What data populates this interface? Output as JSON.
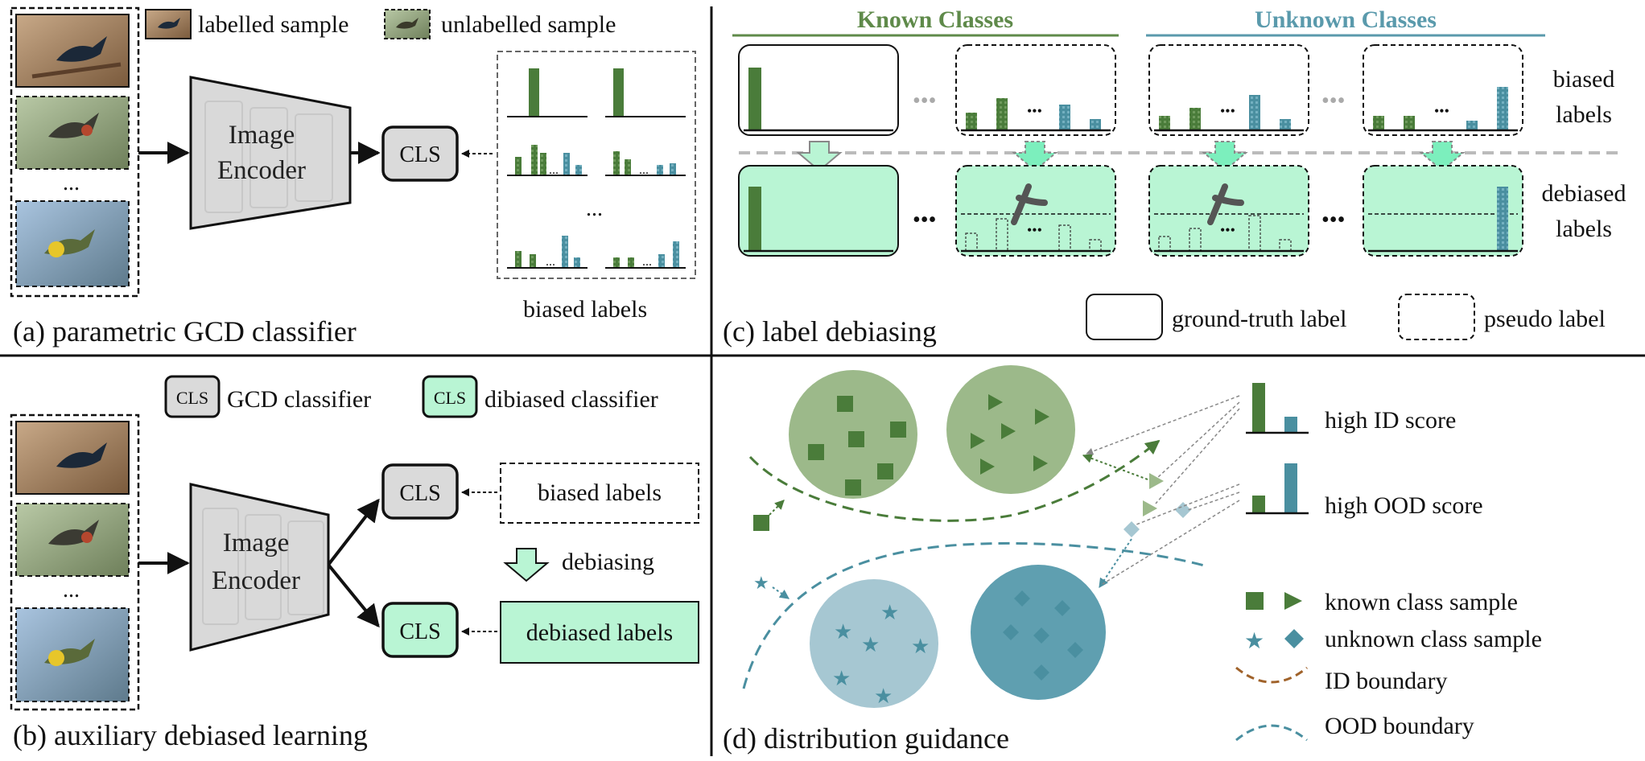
{
  "panel_a": {
    "caption": "(a) parametric GCD classifier",
    "legend_labelled": "labelled sample",
    "legend_unlabelled": "unlabelled sample",
    "encoder_line1": "Image",
    "encoder_line2": "Encoder",
    "cls_label": "CLS",
    "labels_caption": "biased labels",
    "ellipsis": "..."
  },
  "panel_b": {
    "caption": "(b) auxiliary debiased learning",
    "legend_gcd_cls": "CLS",
    "legend_gcd": "GCD classifier",
    "legend_deb_cls": "CLS",
    "legend_deb": "dibiased classifier",
    "encoder_line1": "Image",
    "encoder_line2": "Encoder",
    "cls_top": "CLS",
    "cls_bottom": "CLS",
    "biased_labels": "biased labels",
    "debiasing": "debiasing",
    "debiased_labels": "debiased labels",
    "ellipsis": "..."
  },
  "panel_c": {
    "caption": "(c) label debiasing",
    "known_header": "Known Classes",
    "unknown_header": "Unknown Classes",
    "row1_line1": "biased",
    "row1_line2": "labels",
    "row2_line1": "debiased",
    "row2_line2": "labels",
    "legend_gt": "ground-truth label",
    "legend_pseudo": "pseudo label",
    "dots": "•••"
  },
  "panel_d": {
    "caption": "(d) distribution guidance",
    "high_id": "high ID score",
    "high_ood": "high OOD score",
    "known_sample": "known class sample",
    "unknown_sample": "unknown class sample",
    "id_boundary": "ID boundary",
    "ood_boundary": "OOD boundary"
  },
  "colors": {
    "known_green": "#4a7c3a",
    "unknown_blue": "#4a8fa0",
    "mint": "#b9f5d4",
    "cluster_green": "#9cb98a",
    "cluster_lightblue": "#a6c7d2",
    "cluster_blue": "#5f9fb0",
    "encoder_gray": "#d9d9d9",
    "cls_gray": "#dadada",
    "id_boundary": "#a0622a",
    "ood_boundary": "#4a8fa0",
    "known_header": "#5f8a4a",
    "unknown_header": "#5a9aac"
  }
}
